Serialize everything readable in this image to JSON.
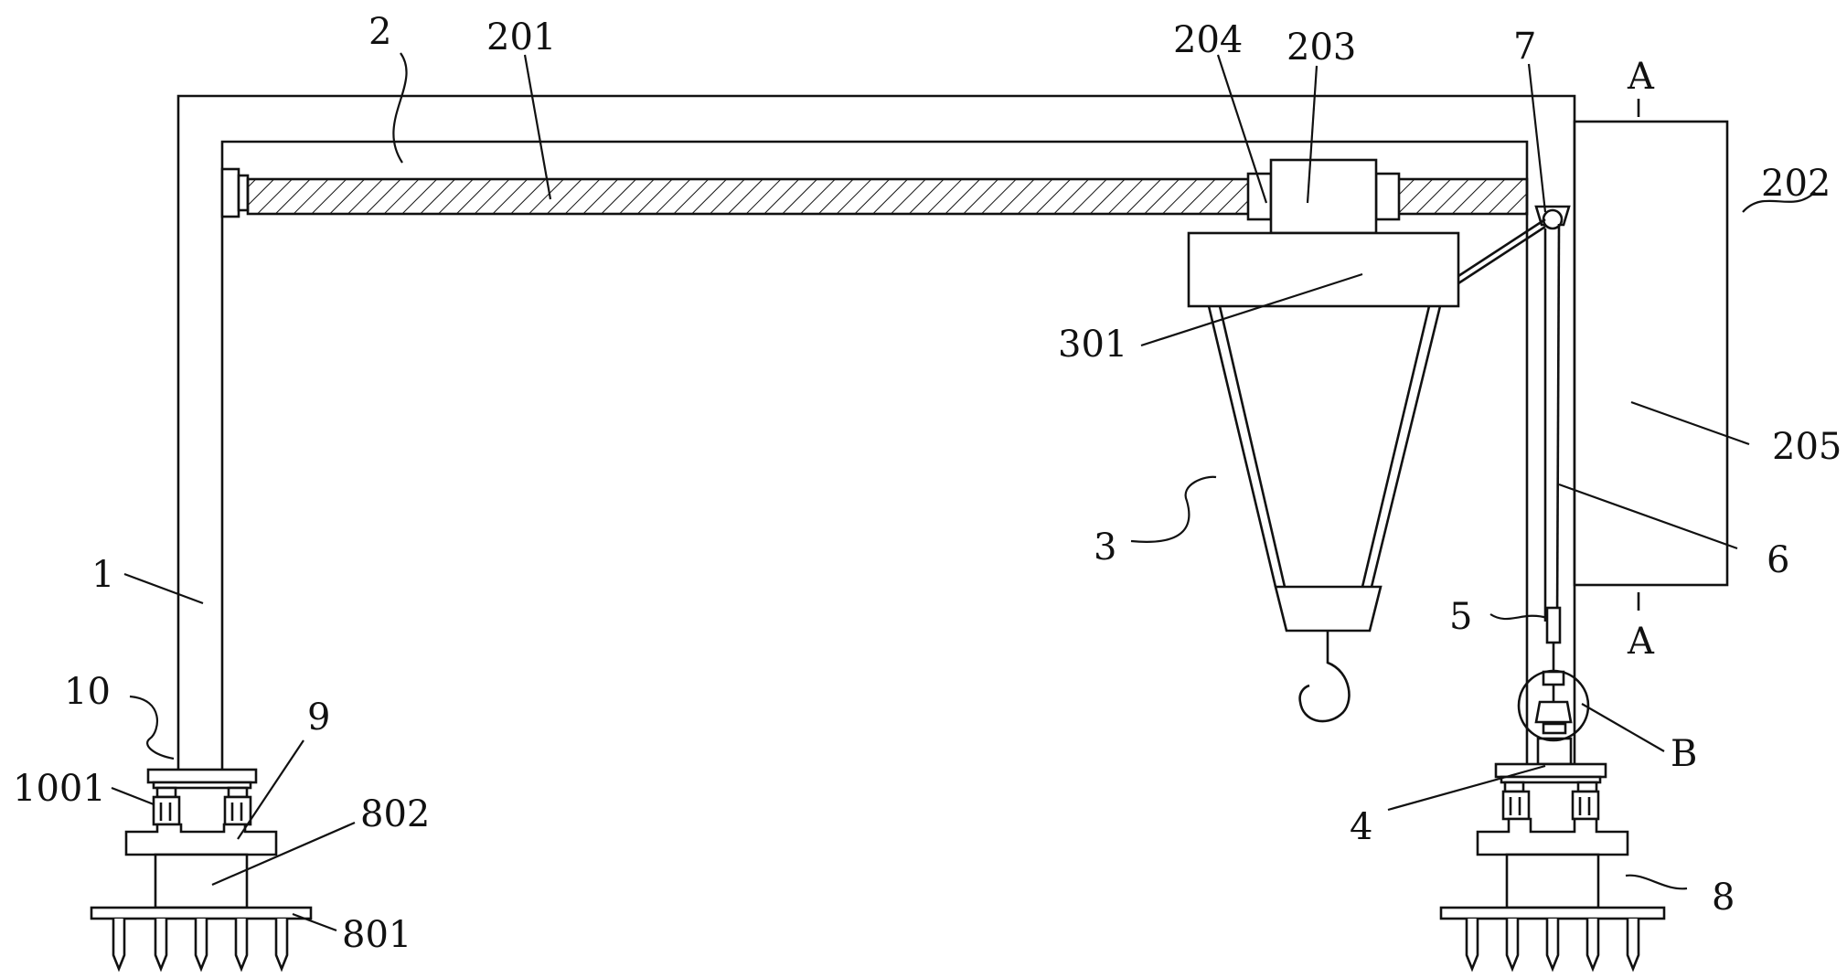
{
  "labels": {
    "l1": "1",
    "l2": "2",
    "l3": "3",
    "l4": "4",
    "l5": "5",
    "l6": "6",
    "l7": "7",
    "l8": "8",
    "l9": "9",
    "l10": "10",
    "l201": "201",
    "l202": "202",
    "l203": "203",
    "l204": "204",
    "l205": "205",
    "l301": "301",
    "l801": "801",
    "l802": "802",
    "l1001": "1001",
    "lA_top": "A",
    "lA_bottom": "A",
    "lB": "B"
  }
}
